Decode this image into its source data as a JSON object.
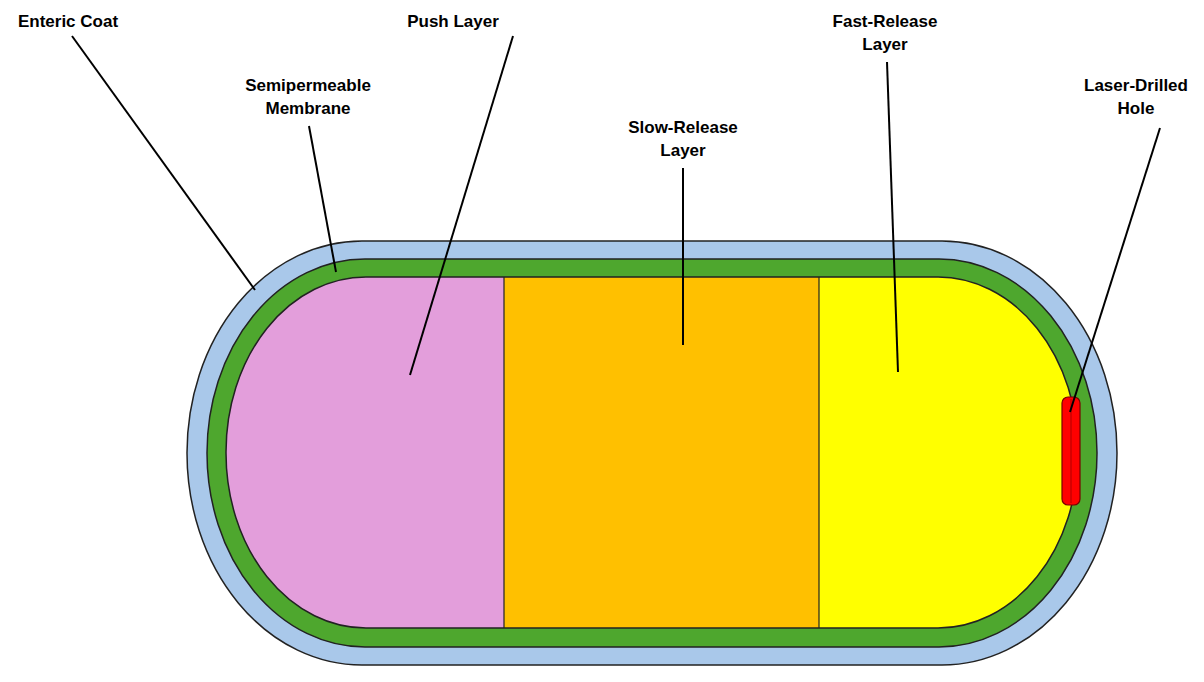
{
  "diagram": {
    "labels": [
      "Enteric Coat",
      "Semipermeable Membrane",
      "Push Layer",
      "Slow-Release Layer",
      "Fast-Release Layer",
      "Laser-Drilled Hole"
    ]
  }
}
